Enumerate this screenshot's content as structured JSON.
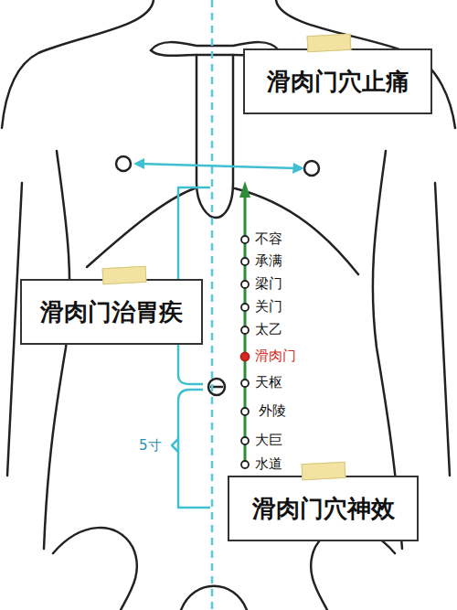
{
  "diagram": {
    "nodes": [
      {
        "text": [
          "滑肉门穴止痛"
        ]
      },
      {
        "text": [
          "滑肉门治胃疾"
        ]
      },
      {
        "text": [
          "滑肉门穴神效"
        ]
      }
    ],
    "labels": [
      "不容",
      "承满",
      "梁门",
      "关门",
      "太乙",
      "滑肉门",
      "天枢",
      "外陵",
      "大巨",
      "水道",
      "5寸"
    ]
  }
}
